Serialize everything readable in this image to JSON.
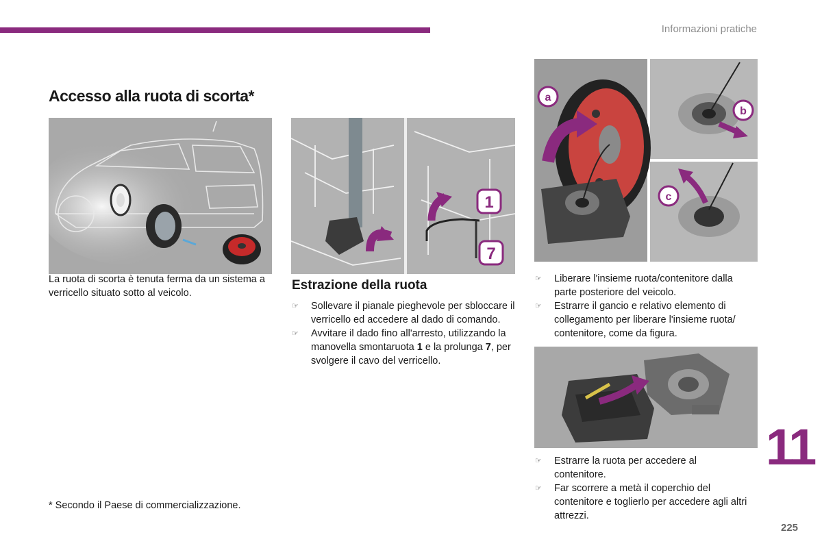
{
  "header": {
    "section": "Informazioni pratiche",
    "accent": "#8a2a7e"
  },
  "title": "Accesso alla ruota di scorta*",
  "intro": "La ruota di scorta è tenuta ferma da un sistema a verricello situato sotto al veicolo.",
  "extraction": {
    "heading": "Estrazione della ruota",
    "items": [
      {
        "parts": [
          "Sollevare il pianale pieghevole per sbloccare il verricello ed accedere al dado di comando."
        ]
      },
      {
        "parts": [
          "Avvitare il dado fino all'arresto, utilizzando la manovella smontaruota ",
          "1",
          " e la prolunga ",
          "7",
          ", per svolgere il cavo del verricello."
        ]
      }
    ]
  },
  "right_list_1": [
    "Liberare l'insieme ruota/contenitore dalla parte posteriore del veicolo.",
    "Estrarre il gancio e relativo elemento di collegamento per liberare l'insieme ruota/ contenitore, come da figura."
  ],
  "right_list_2": [
    "Estrarre la ruota per accedere al contenitore.",
    "Far scorrere a metà il coperchio del contenitore e toglierlo per accedere agli altri attrezzi."
  ],
  "bullet_glyph": "☞",
  "figure_labels": {
    "crank": "1",
    "extension": "7",
    "a": "a",
    "b": "b",
    "c": "c"
  },
  "footnote": "* Secondo il Paese di commercializzazione.",
  "chapter_number": "11",
  "page_number": "225"
}
